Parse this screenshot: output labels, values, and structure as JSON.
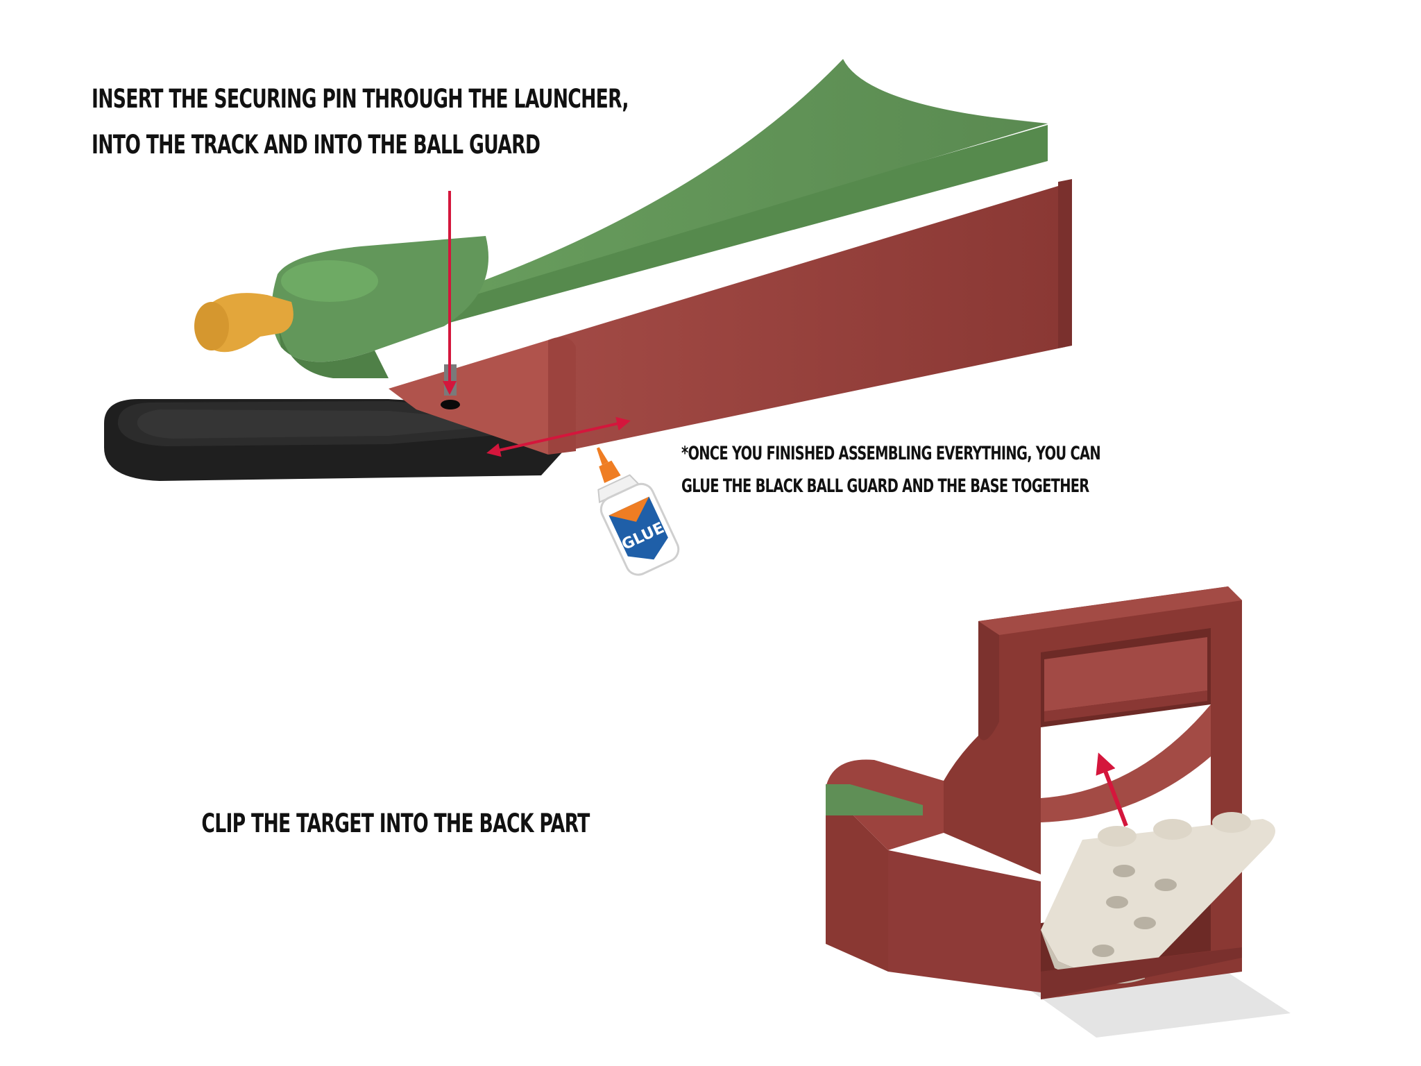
{
  "captions": {
    "pin_line1": "Insert the securing pin through the launcher,",
    "pin_line2": "into the track and into the ball guard",
    "glue_line1": "*Once you finished assembling everything, you can",
    "glue_line2": "glue the black ball guard and the base together",
    "target": "Clip the target into the back part"
  },
  "glue_label": "GLUE",
  "colors": {
    "track_green": "#5f8f56",
    "base_red": "#8e3a37",
    "ball_guard_black": "#262626",
    "knob_yellow": "#e3a63b",
    "arrow_red": "#d4163c",
    "target_cream": "#e6e0d4",
    "glue_orange": "#ef7d23",
    "glue_blue": "#1f5fa8"
  },
  "icons": {
    "glue": "glue-bottle-icon",
    "arrow": "red-arrow"
  }
}
